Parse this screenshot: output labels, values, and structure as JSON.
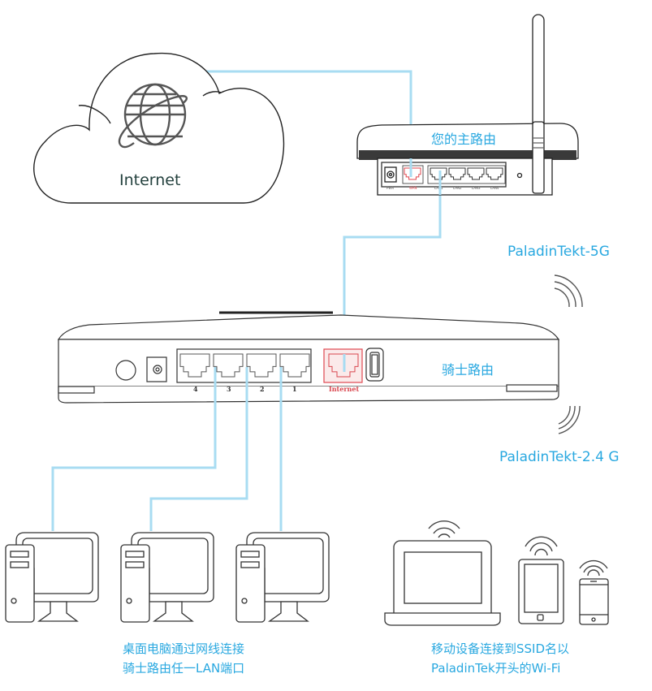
{
  "cloud": {
    "label": "Internet",
    "icon": "globe-icon"
  },
  "main_router": {
    "label": "您的主路由",
    "port_labels": [
      "PWR",
      "WAN",
      "LAN1",
      "LAN2",
      "LAN3",
      "LAN4"
    ]
  },
  "knight_router": {
    "label": "骑士路由",
    "lan_port_numbers": [
      "4",
      "3",
      "2",
      "1"
    ],
    "internet_port_label": "Internet"
  },
  "wifi": {
    "ssid_5g": "PaladinTekt-5G",
    "ssid_24g": "PaladinTekt-2.4 G"
  },
  "captions": {
    "desktop_line1": "桌面电脑通过网线连接",
    "desktop_line2": "骑士路由任一LAN端口",
    "mobile_line1": "移动设备连接到SSID名以",
    "mobile_line2": "PaladinTek开头的Wi-Fi"
  },
  "colors": {
    "cable": "#a8dcf2",
    "accent_text": "#29a8e0",
    "wan_port": "#e0474f",
    "outline": "#3a3a3a"
  }
}
